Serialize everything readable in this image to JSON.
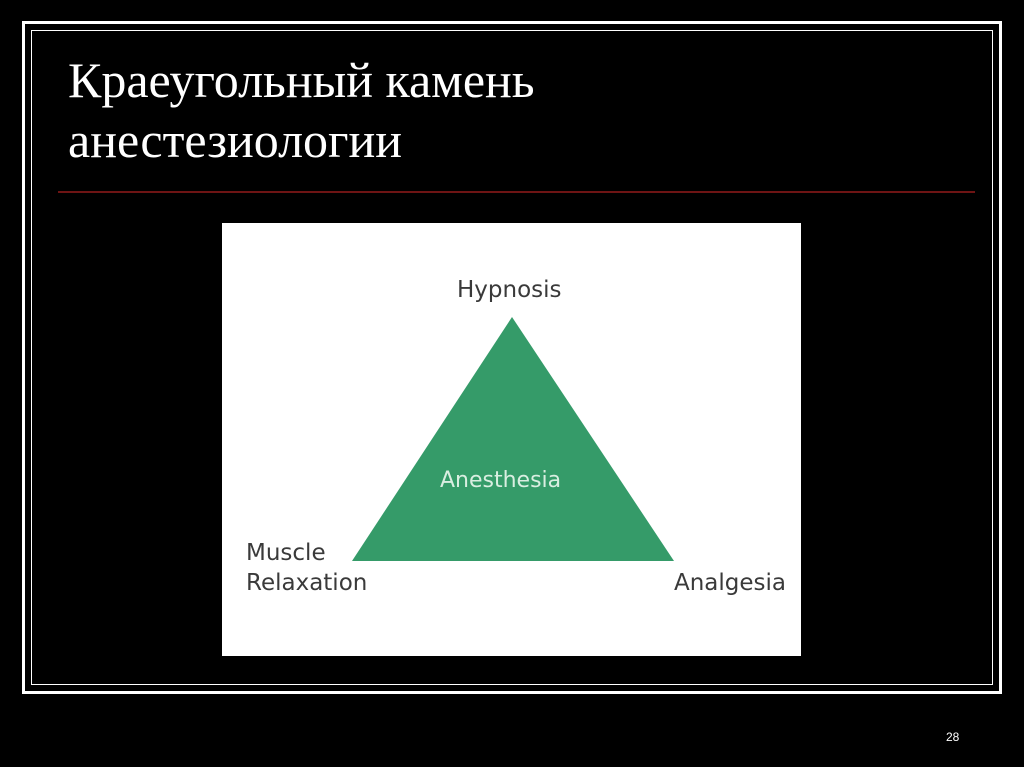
{
  "slide": {
    "title_line1": "Краеугольный камень",
    "title_line2": "анестезиологии",
    "number": "28",
    "rule_color": "#6e1414"
  },
  "diagram": {
    "top_vertex_label": "Hypnosis",
    "center_label": "Anesthesia",
    "left_vertex_label_line1": "Muscle",
    "left_vertex_label_line2": "Relaxation",
    "right_vertex_label": "Analgesia",
    "triangle_color": "#359b69",
    "label_color": "#3a3a3a"
  }
}
